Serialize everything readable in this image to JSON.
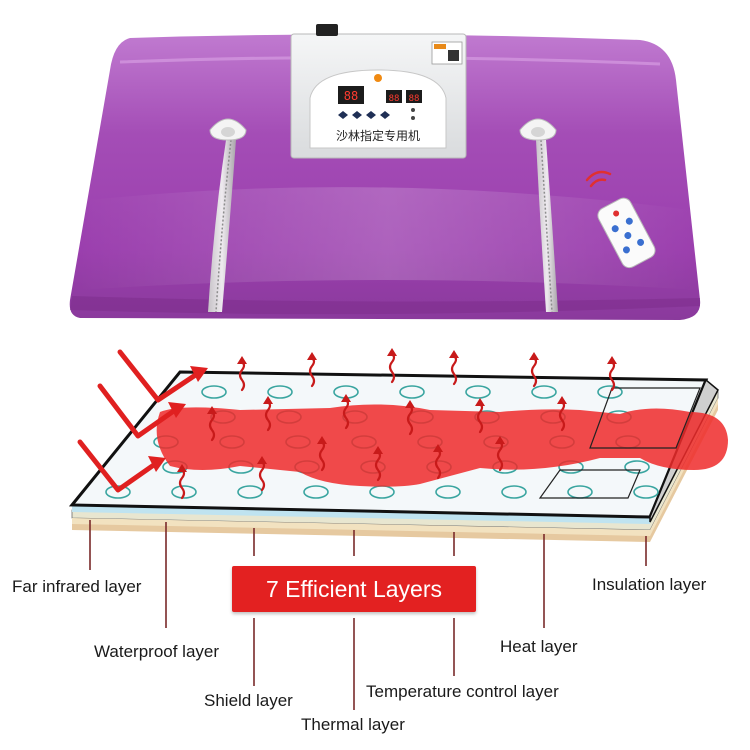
{
  "product": {
    "controller": {
      "brand_text": "沙林指定专用机",
      "left_display": "88",
      "right_display_1": "88",
      "right_display_2": "88"
    }
  },
  "banner": {
    "text": "7 Efficient Layers"
  },
  "layers": [
    {
      "id": "far-infrared",
      "label": "Far infrared layer"
    },
    {
      "id": "waterproof",
      "label": "Waterproof layer"
    },
    {
      "id": "shield",
      "label": "Shield layer"
    },
    {
      "id": "thermal",
      "label": "Thermal layer"
    },
    {
      "id": "temperature-control",
      "label": "Temperature control layer"
    },
    {
      "id": "heat",
      "label": "Heat layer"
    },
    {
      "id": "insulation",
      "label": "Insulation layer"
    }
  ],
  "colors": {
    "blanket": "#a24fb2",
    "banner": "#e32121",
    "body_silhouette": "#ee2a2a",
    "arrows": "#e02020"
  }
}
